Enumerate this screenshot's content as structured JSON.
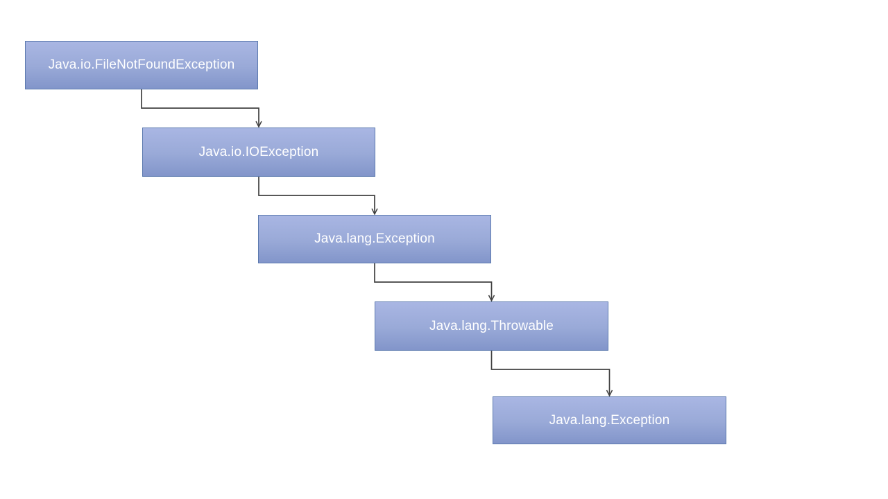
{
  "diagram": {
    "nodes": [
      {
        "label": "Java.io.FileNotFoundException"
      },
      {
        "label": "Java.io.IOException"
      },
      {
        "label": "Java.lang.Exception"
      },
      {
        "label": "Java.lang.Throwable"
      },
      {
        "label": "Java.lang.Exception"
      }
    ],
    "edges": [
      {
        "from": 0,
        "to": 1
      },
      {
        "from": 1,
        "to": 2
      },
      {
        "from": 2,
        "to": 3
      },
      {
        "from": 3,
        "to": 4
      }
    ]
  },
  "colors": {
    "background": "#ffffff",
    "box_fill_top": "#a9b6e3",
    "box_fill_mid": "#9aaad8",
    "box_fill_bottom": "#8295ca",
    "box_border": "#5b79ae",
    "connector": "#404040",
    "text": "#ffffff"
  }
}
